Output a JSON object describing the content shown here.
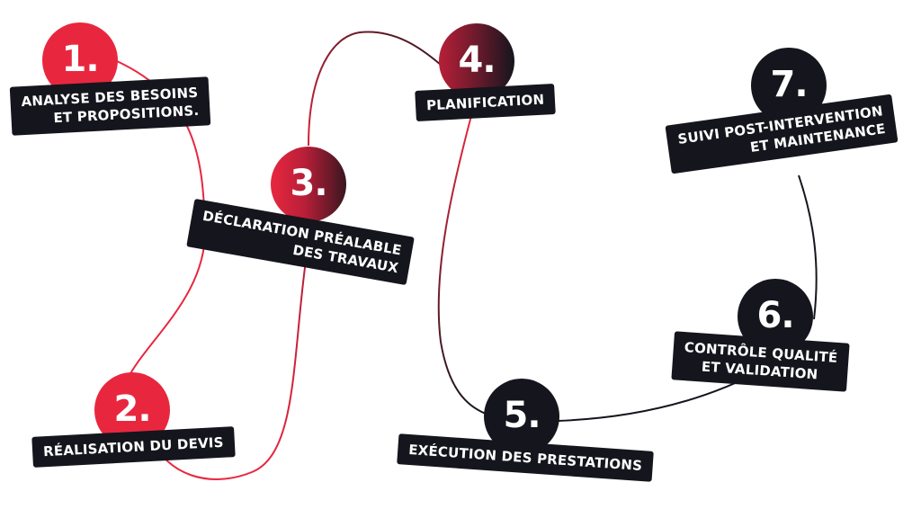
{
  "steps": [
    {
      "number": "1.",
      "label_lines": [
        "ANALYSE DES BESOINS",
        "ET PROPOSITIONS."
      ]
    },
    {
      "number": "2.",
      "label_lines": [
        "RÉALISATION DU DEVIS"
      ]
    },
    {
      "number": "3.",
      "label_lines": [
        "DÉCLARATION PRÉALABLE",
        "DES TRAVAUX"
      ]
    },
    {
      "number": "4.",
      "label_lines": [
        "PLANIFICATION"
      ]
    },
    {
      "number": "5.",
      "label_lines": [
        "EXÉCUTION DES PRESTATIONS"
      ]
    },
    {
      "number": "6.",
      "label_lines": [
        "CONTRÔLE QUALITÉ",
        "ET VALIDATION"
      ]
    },
    {
      "number": "7.",
      "label_lines": [
        "SUIVI POST-INTERVENTION",
        "ET MAINTENANCE"
      ]
    }
  ],
  "colors": {
    "accent_red": "#e8273f",
    "dark": "#15151d",
    "background": "#ffffff"
  }
}
